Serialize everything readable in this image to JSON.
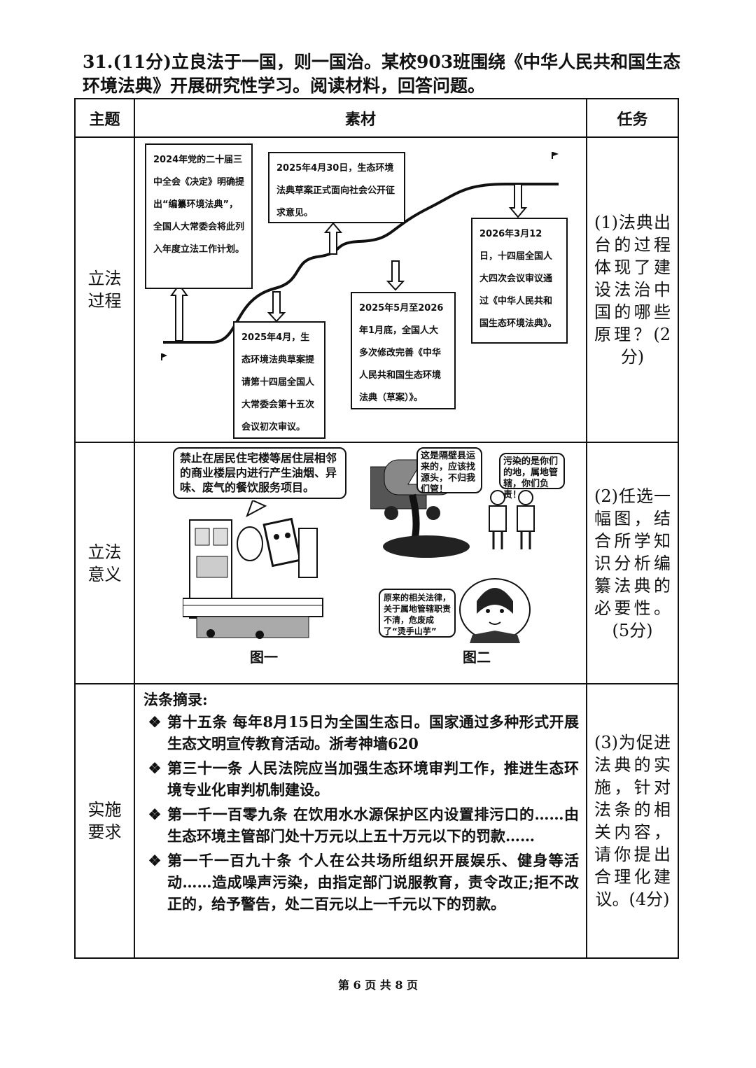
{
  "question": {
    "title": "31.(11分)立良法于一国，则一国治。某校903班围绕《中华人民共和国生态环境法典》开展研究性学习。阅读材料，回答问题。"
  },
  "table": {
    "headers": [
      "主题",
      "素材",
      "任务"
    ],
    "rows": [
      {
        "topic": "立法过程",
        "task": "(1)法典出台的过程体现了建设法治中国的哪些原理？(2分)",
        "timeline": [
          "2024年党的二十届三中全会《决定》明确提出“编纂环境法典”，全国人大常委会将此列入年度立法工作计划。",
          "2025年4月，生态环境法典草案提请第十四届全国人大常委会第十五次会议初次审议。",
          "2025年4月30日，生态环境法典草案正式面向社会公开征求意见。",
          "2025年5月至2026年1月底，全国人大多次修改完善《中华人民共和国生态环境法典（草案）》。",
          "2026年3月12日，十四届全国人大四次会议审议通过《中华人民共和国生态环境法典》。"
        ]
      },
      {
        "topic": "立法意义",
        "task": "(2)任选一幅图，结合所学知识分析编纂法典的必要性。(5分)",
        "fig1": {
          "bubble": "禁止在居民住宅楼等居住层相邻的商业楼层内进行产生油烟、异味、废气的餐饮服务项目。",
          "caption": "图一"
        },
        "fig2": {
          "bubble1": "这是隔壁县运来的，应该找源头，不归我们管！",
          "bubble2": "污染的是你们的地，属地管辖，你们负责！",
          "bubble3": "原来的相关法律，关于属地管辖职责不清，危废成了“烫手山芋”",
          "caption": "图二"
        }
      },
      {
        "topic": "实施要求",
        "task": "(3)为促进法典的实施，针对法条的相关内容，请你提出合理化建议。(4分)",
        "law_heading": "法条摘录:",
        "bullet": "❖",
        "laws": [
          "第十五条 每年8月15日为全国生态日。国家通过多种形式开展生态文明宣传教育活动。浙考神墙620",
          "第三十一条 人民法院应当加强生态环境审判工作，推进生态环境专业化审判机制建设。",
          "第一千一百零九条 在饮用水水源保护区内设置排污口的……由生态环境主管部门处十万元以上五十万元以下的罚款……",
          "第一千一百九十条 个人在公共场所组织开展娱乐、健身等活动……造成噪声污染，由指定部门说服教育，责令改正;拒不改正的，给予警告，处二百元以上一千元以下的罚款。"
        ]
      }
    ]
  },
  "footer": "第 6 页 共 8 页"
}
